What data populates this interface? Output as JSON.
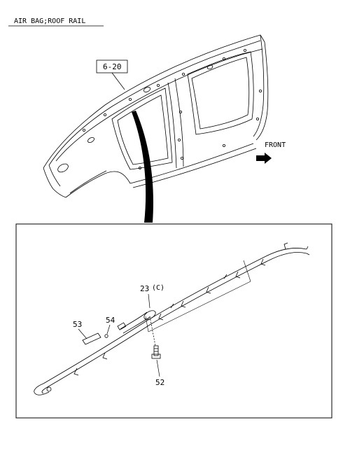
{
  "header": {
    "title": "AIR BAG;ROOF RAIL"
  },
  "upper_view": {
    "reference_label": "6-20",
    "direction_label": "FRONT"
  },
  "detail_view": {
    "parts": [
      {
        "number": "23",
        "suffix": "(C)"
      },
      {
        "number": "53"
      },
      {
        "number": "54"
      },
      {
        "number": "52"
      }
    ]
  },
  "colors": {
    "line": "#000000",
    "background": "#ffffff"
  },
  "icons": {
    "front_arrow": "arrow-right-icon"
  }
}
